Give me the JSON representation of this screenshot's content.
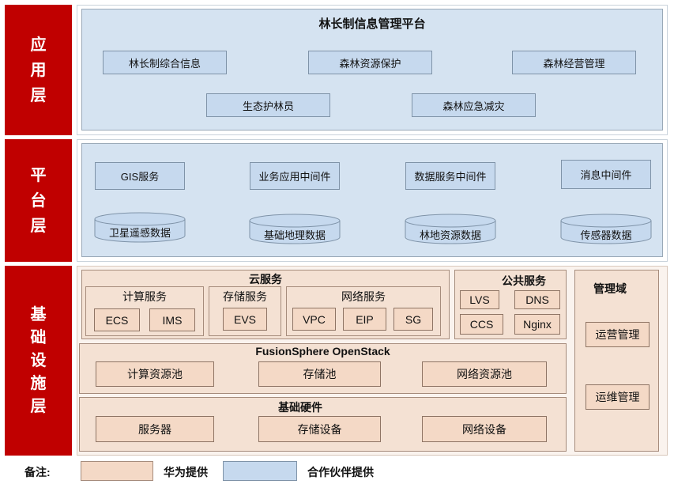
{
  "layers": {
    "app": [
      "应",
      "用",
      "层"
    ],
    "platform": [
      "平",
      "台",
      "层"
    ],
    "infra": [
      "基",
      "础",
      "设",
      "施",
      "层"
    ]
  },
  "app_layer": {
    "title": "林长制信息管理平台",
    "modules": [
      "林长制综合信息",
      "森林资源保护",
      "森林经营管理",
      "生态护林员",
      "森林应急减灾"
    ]
  },
  "platform_layer": {
    "services": [
      "GIS服务",
      "业务应用中间件",
      "数据服务中间件",
      "消息中间件"
    ],
    "databases": [
      "卫星遥感数据",
      "基础地理数据",
      "林地资源数据",
      "传感器数据"
    ]
  },
  "infra_layer": {
    "cloud": {
      "title": "云服务",
      "compute": {
        "title": "计算服务",
        "items": [
          "ECS",
          "IMS"
        ]
      },
      "storage": {
        "title": "存储服务",
        "items": [
          "EVS"
        ]
      },
      "network": {
        "title": "网络服务",
        "items": [
          "VPC",
          "EIP",
          "SG"
        ]
      }
    },
    "public": {
      "title": "公共服务",
      "items": [
        "LVS",
        "DNS",
        "CCS",
        "Nginx"
      ]
    },
    "management": {
      "title": "管理域",
      "items": [
        "运营管理",
        "运维管理"
      ]
    },
    "openstack": {
      "title": "FusionSphere OpenStack",
      "items": [
        "计算资源池",
        "存储池",
        "网络资源池"
      ]
    },
    "hardware": {
      "title": "基础硬件",
      "items": [
        "服务器",
        "存储设备",
        "网络设备"
      ]
    }
  },
  "legend": {
    "label": "备注:",
    "huawei": "华为提供",
    "partner": "合作伙伴提供"
  },
  "colors": {
    "layer_red": "#c00000",
    "partner_blue": "#c6d9ee",
    "huawei_peach": "#f4d9c6"
  }
}
